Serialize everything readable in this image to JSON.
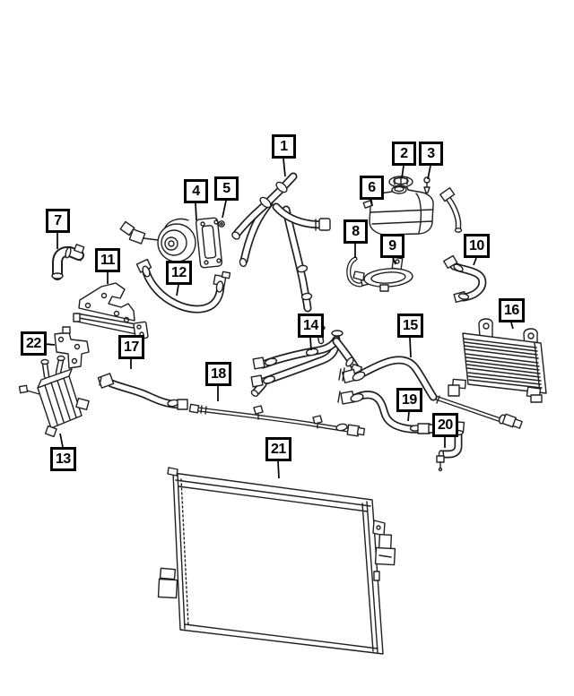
{
  "figure": {
    "type": "parts-diagram",
    "background_color": "#ffffff",
    "line_color": "#231f20",
    "callout_style": {
      "border_color": "#000000",
      "fill": "#ffffff",
      "text_color": "#000000"
    },
    "callouts": [
      {
        "number": "1"
      },
      {
        "number": "2"
      },
      {
        "number": "3"
      },
      {
        "number": "4"
      },
      {
        "number": "5"
      },
      {
        "number": "6"
      },
      {
        "number": "7"
      },
      {
        "number": "8"
      },
      {
        "number": "9"
      },
      {
        "number": "10"
      },
      {
        "number": "11"
      },
      {
        "number": "12"
      },
      {
        "number": "13"
      },
      {
        "number": "14"
      },
      {
        "number": "15"
      },
      {
        "number": "16"
      },
      {
        "number": "17"
      },
      {
        "number": "18"
      },
      {
        "number": "19"
      },
      {
        "number": "20"
      },
      {
        "number": "21"
      },
      {
        "number": "22"
      }
    ]
  }
}
